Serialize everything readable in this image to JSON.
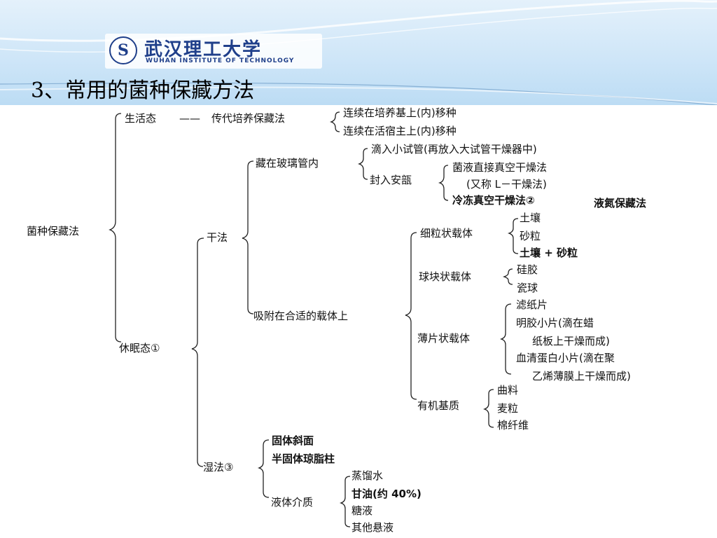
{
  "header": {
    "school_name_cn": "武汉理工大学",
    "school_name_en": "WUHAN INSTITUTE OF TECHNOLOGY",
    "seal_glyph": "S",
    "slide_title": "3、常用的菌种保藏方法"
  },
  "tree": {
    "root": "菌种保藏法",
    "living": {
      "label": "生活态",
      "connector": "——",
      "method": "传代培养保藏法",
      "items": [
        "连续在培养基上(内)移种",
        "连续在活宿主上(内)移种"
      ]
    },
    "dormant": {
      "label": "休眠态①",
      "dry": {
        "label": "干法",
        "glass": {
          "label": "藏在玻璃管内",
          "drop": "滴入小试管(再放入大试管干燥器中)",
          "ampoule": {
            "label": "封入安瓿",
            "items": [
              "菌液直接真空干燥法",
              "(又称 L－干燥法)"
            ],
            "freeze": "冷冻真空干燥法②",
            "liquid_n2": "液氮保藏法"
          }
        },
        "adsorb": {
          "label": "吸附在合适的载体上",
          "fine": {
            "label": "细粒状载体",
            "items": [
              "土壤",
              "砂粒",
              "土壤 + 砂粒"
            ]
          },
          "lump": {
            "label": "球块状载体",
            "items": [
              "硅胶",
              "瓷球"
            ]
          },
          "sheet": {
            "label": "薄片状载体",
            "items": [
              "滤纸片",
              "明胶小片(滴在蜡",
              "纸板上干燥而成)",
              "血清蛋白小片(滴在聚",
              "乙烯薄膜上干燥而成)"
            ]
          },
          "organic": {
            "label": "有机基质",
            "items": [
              "曲料",
              "麦粒",
              "棉纤维"
            ]
          }
        }
      },
      "wet": {
        "label": "湿法③",
        "slant": "固体斜面",
        "semi": "半固体琼脂柱",
        "liquid": {
          "label": "液体介质",
          "items": [
            "蒸馏水",
            "甘油(约 40%)",
            "糖液",
            "其他悬液"
          ]
        }
      }
    }
  }
}
